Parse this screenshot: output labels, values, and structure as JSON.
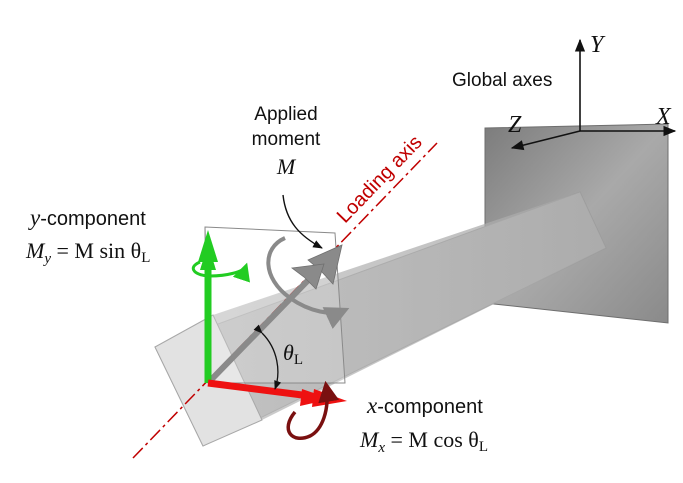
{
  "global_axes": {
    "title": "Global axes",
    "x_label": "X",
    "y_label": "Y",
    "z_label": "Z"
  },
  "applied_moment": {
    "line1": "Applied",
    "line2": "moment",
    "symbol": "M"
  },
  "loading_axis": {
    "label": "Loading axis",
    "color": "#c00000"
  },
  "y_component": {
    "title_var": "y",
    "title_rest": "-component",
    "eq_M": "M",
    "eq_sub": "y",
    "eq_rhs": " = M sin θ",
    "eq_rhs_sub": "L",
    "color": "#22cc22"
  },
  "x_component": {
    "title_var": "x",
    "title_rest": "-component",
    "eq_M": "M",
    "eq_sub": "x",
    "eq_rhs": " = M cos θ",
    "eq_rhs_sub": "L",
    "color": "#ee1111"
  },
  "angle": {
    "symbol": "θ",
    "sub": "L"
  },
  "colors": {
    "moment_arrow": "#8a8a8a",
    "x_rotation": "#7a1010",
    "y_rotation": "#22cc22",
    "plate": "#8c8c8c"
  }
}
